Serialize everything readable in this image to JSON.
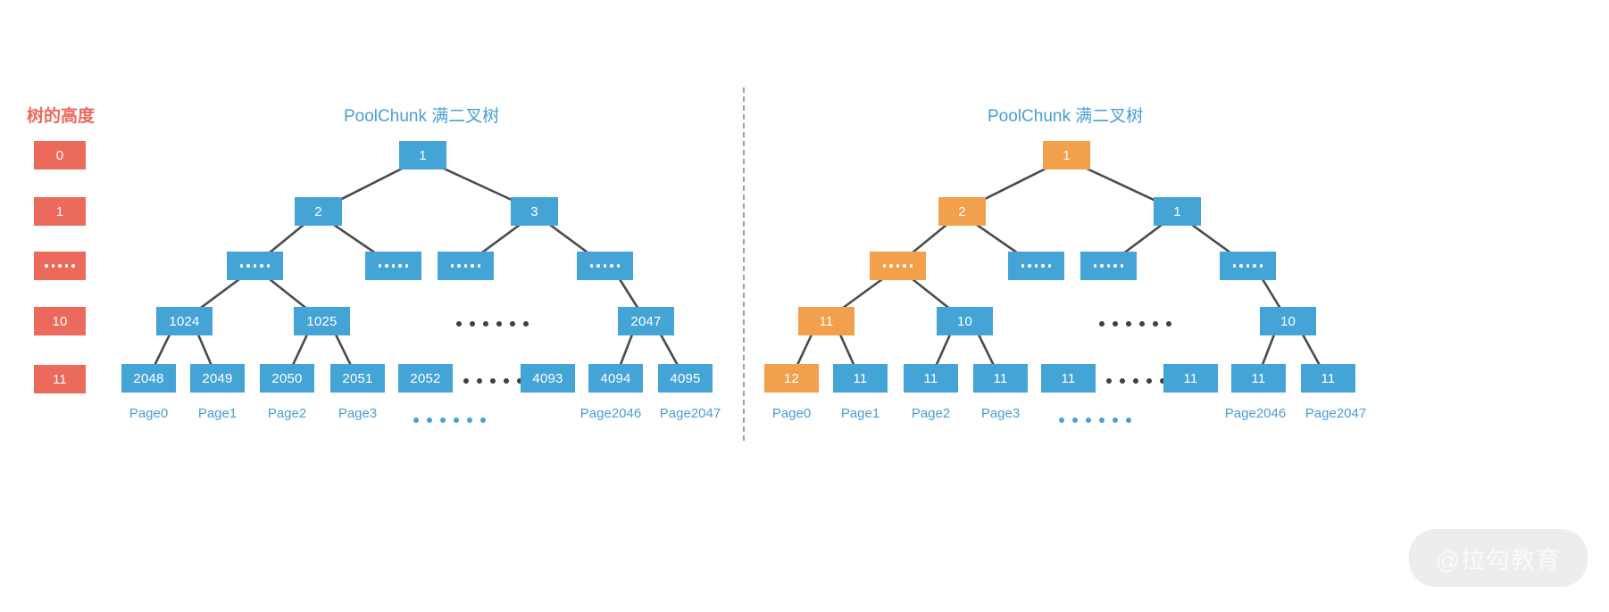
{
  "watermark": {
    "text": "@拉勾教育"
  },
  "divider": {
    "name": "panel-divider"
  },
  "height_column": {
    "header": "树的高度",
    "levels": [
      {
        "label": "0",
        "is_dots": false
      },
      {
        "label": "1",
        "is_dots": false
      },
      {
        "label": "......",
        "is_dots": true
      },
      {
        "label": "10",
        "is_dots": false
      },
      {
        "label": "11",
        "is_dots": false
      }
    ],
    "color": "#EB6A5C"
  },
  "colors": {
    "blue": "#45A4D6",
    "orange": "#F3A04D",
    "red": "#EB6A5C",
    "edge": "#4A4A52",
    "title": "#4A9ED4",
    "page_label": "#4A9ED4"
  },
  "left_panel": {
    "title": "PoolChunk 满二叉树",
    "levels": [
      {
        "height": "0",
        "nodes": [
          "1"
        ]
      },
      {
        "height": "1",
        "nodes": [
          "2",
          "3"
        ]
      },
      {
        "height": "......",
        "nodes": [
          "......",
          "......",
          "......",
          "......"
        ]
      },
      {
        "height": "10",
        "nodes": [
          "1024",
          "1025",
          "2047"
        ]
      },
      {
        "height": "11",
        "nodes": [
          "2048",
          "2049",
          "2050",
          "2051",
          "2052",
          "4093",
          "4094",
          "4095"
        ]
      }
    ],
    "page_labels": [
      "Page0",
      "Page1",
      "Page2",
      "Page3",
      "Page2046",
      "Page2047"
    ],
    "ellipsis_groups": 3
  },
  "right_panel": {
    "title": "PoolChunk 满二叉树",
    "levels": [
      {
        "height": "0",
        "nodes": [
          {
            "v": "1",
            "c": "orange"
          }
        ]
      },
      {
        "height": "1",
        "nodes": [
          {
            "v": "2",
            "c": "orange"
          },
          {
            "v": "1",
            "c": "blue"
          }
        ]
      },
      {
        "height": "......",
        "nodes": [
          {
            "v": "......",
            "c": "orange"
          },
          {
            "v": "......",
            "c": "blue"
          },
          {
            "v": "......",
            "c": "blue"
          },
          {
            "v": "......",
            "c": "blue"
          }
        ]
      },
      {
        "height": "10",
        "nodes": [
          {
            "v": "11",
            "c": "orange"
          },
          {
            "v": "10",
            "c": "blue"
          },
          {
            "v": "10",
            "c": "blue"
          }
        ]
      },
      {
        "height": "11",
        "nodes": [
          {
            "v": "12",
            "c": "orange"
          },
          {
            "v": "11",
            "c": "blue"
          },
          {
            "v": "11",
            "c": "blue"
          },
          {
            "v": "11",
            "c": "blue"
          },
          {
            "v": "11",
            "c": "blue"
          },
          {
            "v": "11",
            "c": "blue"
          },
          {
            "v": "11",
            "c": "blue"
          },
          {
            "v": "11",
            "c": "blue"
          }
        ]
      }
    ],
    "page_labels": [
      "Page0",
      "Page1",
      "Page2",
      "Page3",
      "Page2046",
      "Page2047"
    ],
    "ellipsis_groups": 3
  }
}
